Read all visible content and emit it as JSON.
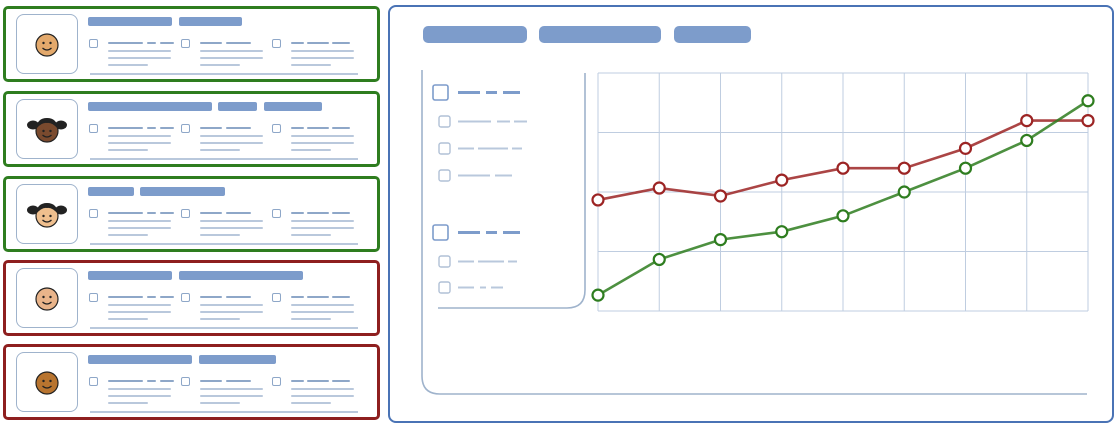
{
  "chart_data": {
    "type": "line",
    "x": [
      1,
      2,
      3,
      4,
      5,
      6,
      7,
      8,
      9
    ],
    "series": [
      {
        "color": "#9c2424",
        "values": [
          2.8,
          3.1,
          2.9,
          3.3,
          3.6,
          3.6,
          4.1,
          4.8,
          4.8
        ]
      },
      {
        "color": "#2e7d1f",
        "values": [
          0.4,
          1.3,
          1.8,
          2.0,
          2.4,
          3.0,
          3.6,
          4.3,
          5.3
        ]
      }
    ],
    "ylim": [
      0,
      6
    ],
    "grid": true
  },
  "users": [
    {
      "skin": "#e3a96c",
      "hair": "none",
      "status": "green",
      "status_color": "#2e7d1f"
    },
    {
      "skin": "#7a4a2e",
      "hair": "pigtails",
      "status": "green",
      "status_color": "#2e7d1f"
    },
    {
      "skin": "#efbf8e",
      "hair": "pigtails",
      "status": "green",
      "status_color": "#2e7d1f"
    },
    {
      "skin": "#e9b48a",
      "hair": "none",
      "status": "red",
      "status_color": "#8e1f1f"
    },
    {
      "skin": "#b8742f",
      "hair": "none",
      "status": "red",
      "status_color": "#8e1f1f"
    }
  ],
  "colors": {
    "accent": "#4a73b5",
    "placeholder": "#7d9ccb",
    "grid": "#bfcde0"
  }
}
